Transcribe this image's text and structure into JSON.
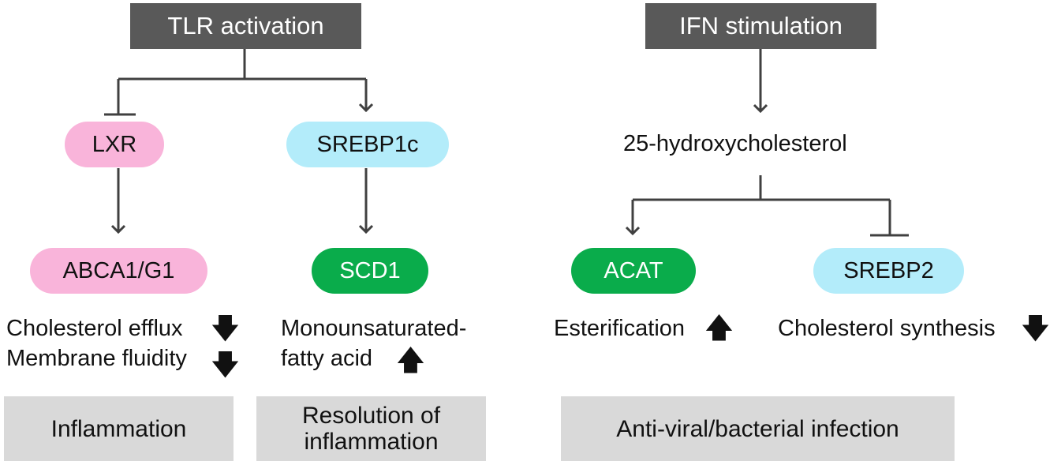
{
  "left": {
    "header": "TLR activation",
    "node_lxr": "LXR",
    "node_srebp1c": "SREBP1c",
    "node_abca": "ABCA1/G1",
    "node_scd1": "SCD1",
    "effect_efflux": "Cholesterol efflux",
    "effect_fluidity": "Membrane fluidity",
    "effect_mufa_1": "Monounsaturated-",
    "effect_mufa_2": "fatty acid",
    "outcome_inflammation": "Inflammation",
    "outcome_resolution_1": "Resolution of",
    "outcome_resolution_2": "inflammation"
  },
  "right": {
    "header": "IFN stimulation",
    "intermediate": "25-hydroxycholesterol",
    "node_acat": "ACAT",
    "node_srebp2": "SREBP2",
    "effect_esterification": "Esterification",
    "effect_synthesis": "Cholesterol synthesis",
    "outcome_infection": "Anti-viral/bacterial infection"
  },
  "colors": {
    "header_bg": "#595959",
    "pink": "#f9b4da",
    "cyan": "#b3ecfa",
    "green": "#0aac4b",
    "outcome_bg": "#d9d9d9",
    "line": "#404040"
  },
  "icons": {
    "up": "thick-up-arrow",
    "down": "thick-down-arrow"
  }
}
